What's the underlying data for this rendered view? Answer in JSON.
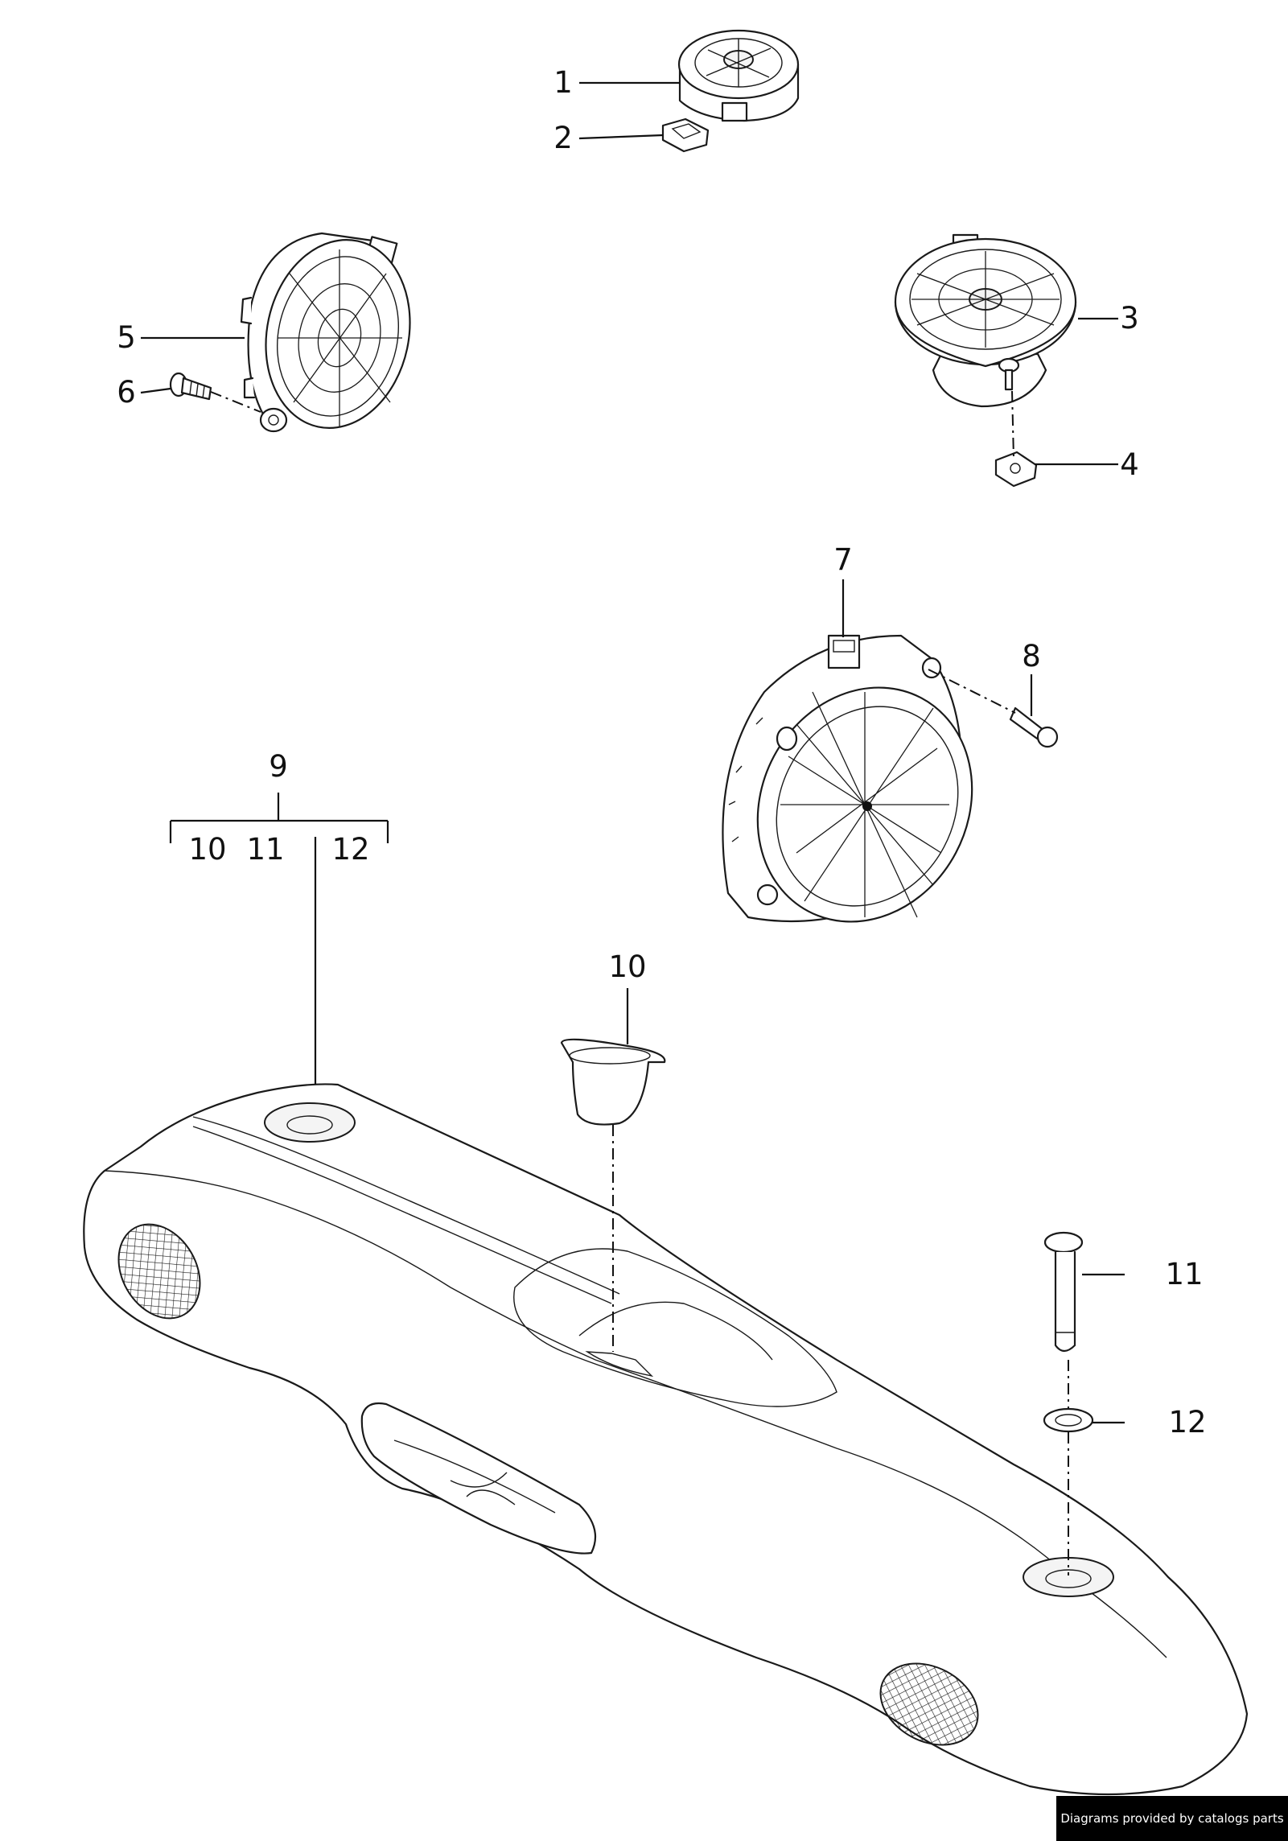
{
  "callouts": {
    "p1": "1",
    "p2": "2",
    "p3": "3",
    "p4": "4",
    "p5": "5",
    "p6": "6",
    "p7": "7",
    "p8": "8",
    "p9": "9",
    "p10": "10",
    "p11": "11",
    "p12": "12",
    "group9_a": "10",
    "group9_b": "11",
    "group9_c": "12"
  },
  "credit": "Diagrams provided by catalogs parts"
}
